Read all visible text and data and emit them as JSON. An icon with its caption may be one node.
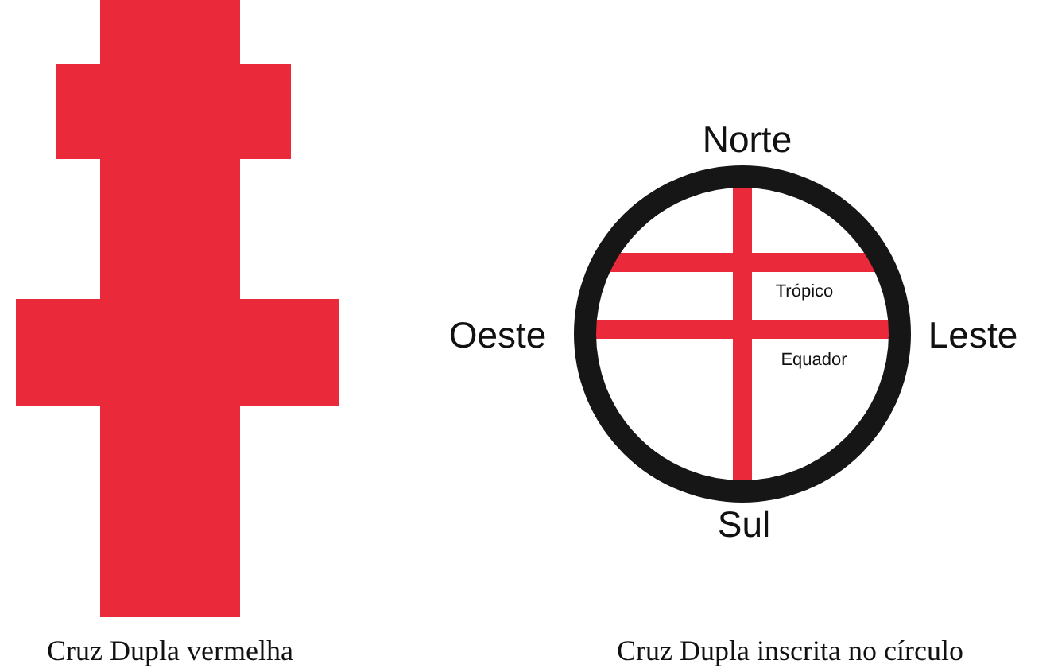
{
  "diagram": {
    "labels": [
      "Norte",
      "Oeste",
      "Trópico",
      "Leste",
      "Equador",
      "Sul",
      "Cruz Dupla vermelha",
      "Cruz Dupla inscrita no círculo"
    ]
  }
}
